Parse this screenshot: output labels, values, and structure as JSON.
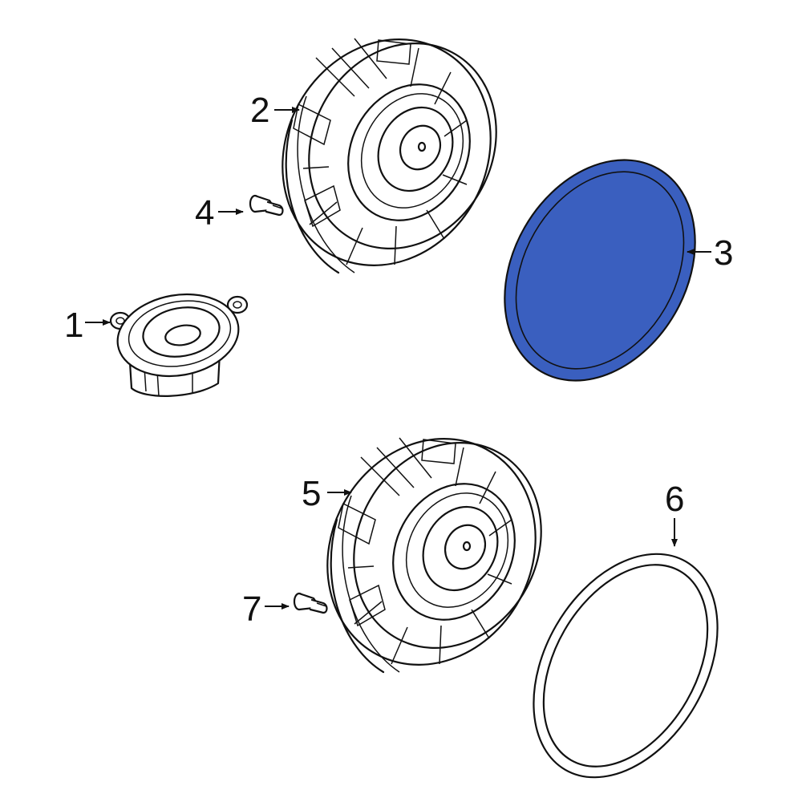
{
  "diagram": {
    "background": "#ffffff",
    "highlight_color": "#3a5fbf",
    "line_color": "#111111",
    "callouts": [
      {
        "label": "1",
        "part": "tweeter-speaker"
      },
      {
        "label": "2",
        "part": "front-door-speaker"
      },
      {
        "label": "3",
        "part": "speaker-cover-highlighted"
      },
      {
        "label": "4",
        "part": "speaker-screw-front"
      },
      {
        "label": "5",
        "part": "rear-door-speaker"
      },
      {
        "label": "6",
        "part": "speaker-gasket-ring"
      },
      {
        "label": "7",
        "part": "speaker-screw-rear"
      }
    ]
  }
}
